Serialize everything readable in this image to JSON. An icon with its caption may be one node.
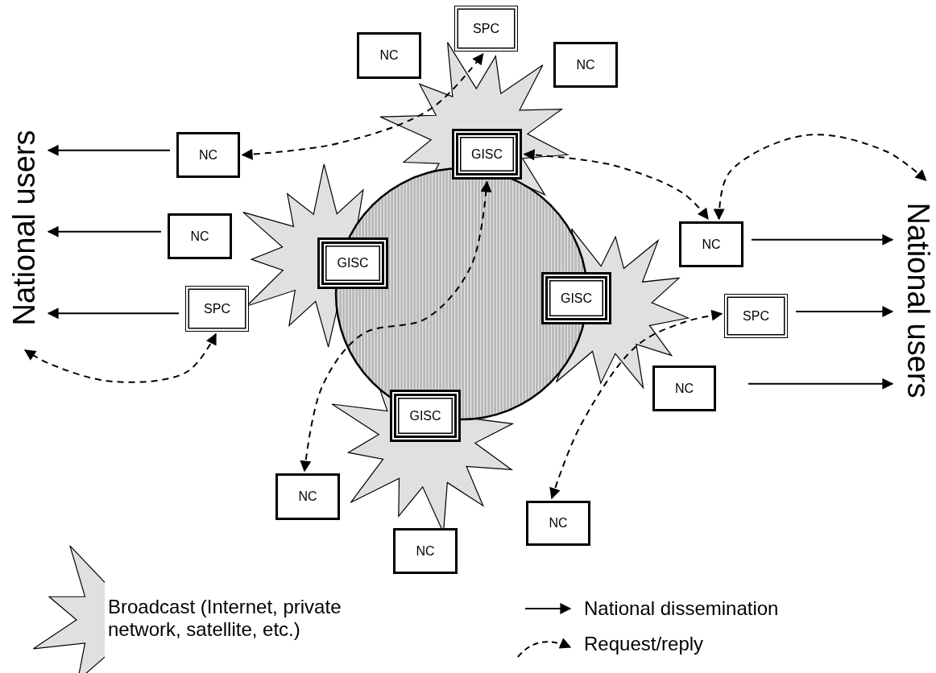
{
  "diagram": {
    "nodes": [
      {
        "text": [
          "National users"
        ]
      },
      {
        "text": [
          "SPC"
        ]
      },
      {
        "text": [
          "NC"
        ]
      },
      {
        "text": [
          "NC"
        ]
      },
      {
        "text": [
          "NC"
        ]
      },
      {
        "text": [
          "GISC"
        ]
      },
      {
        "text": [
          "NC"
        ]
      },
      {
        "text": [
          "GISC"
        ]
      },
      {
        "text": [
          "NC"
        ]
      },
      {
        "text": [
          "National users"
        ]
      },
      {
        "text": [
          "GISC"
        ]
      },
      {
        "text": [
          "SPC"
        ]
      },
      {
        "text": [
          "SPC"
        ]
      },
      {
        "text": [
          "NC"
        ]
      },
      {
        "text": [
          "GISC"
        ]
      },
      {
        "text": [
          "NC"
        ]
      },
      {
        "text": [
          "NC"
        ]
      },
      {
        "text": [
          "NC"
        ]
      }
    ],
    "edges": [
      {
        "from": 4,
        "to": 0,
        "arrow": "to"
      },
      {
        "from": 6,
        "to": 0,
        "arrow": "to"
      },
      {
        "from": 11,
        "to": 0,
        "arrow": "to"
      },
      {
        "from": 11,
        "to": 0,
        "arrow": "both",
        "style": "dashed"
      },
      {
        "from": 4,
        "to": 1,
        "arrow": "both",
        "style": "dashed"
      },
      {
        "from": 5,
        "to": 8,
        "arrow": "both",
        "style": "dashed"
      },
      {
        "from": 8,
        "to": 9,
        "arrow": "both",
        "style": "dashed"
      },
      {
        "from": 8,
        "to": 9,
        "arrow": "to"
      },
      {
        "from": 12,
        "to": 9,
        "arrow": "to"
      },
      {
        "from": 13,
        "to": 9,
        "arrow": "to"
      },
      {
        "from": 15,
        "to": 5,
        "arrow": "both",
        "style": "dashed"
      },
      {
        "from": 16,
        "to": 12,
        "arrow": "both",
        "style": "dashed"
      }
    ],
    "legend": [
      {
        "text": "Broadcast (Internet, private network, satellite, etc.)"
      },
      {
        "text": "National dissemination"
      },
      {
        "text": "Request/reply"
      }
    ]
  }
}
